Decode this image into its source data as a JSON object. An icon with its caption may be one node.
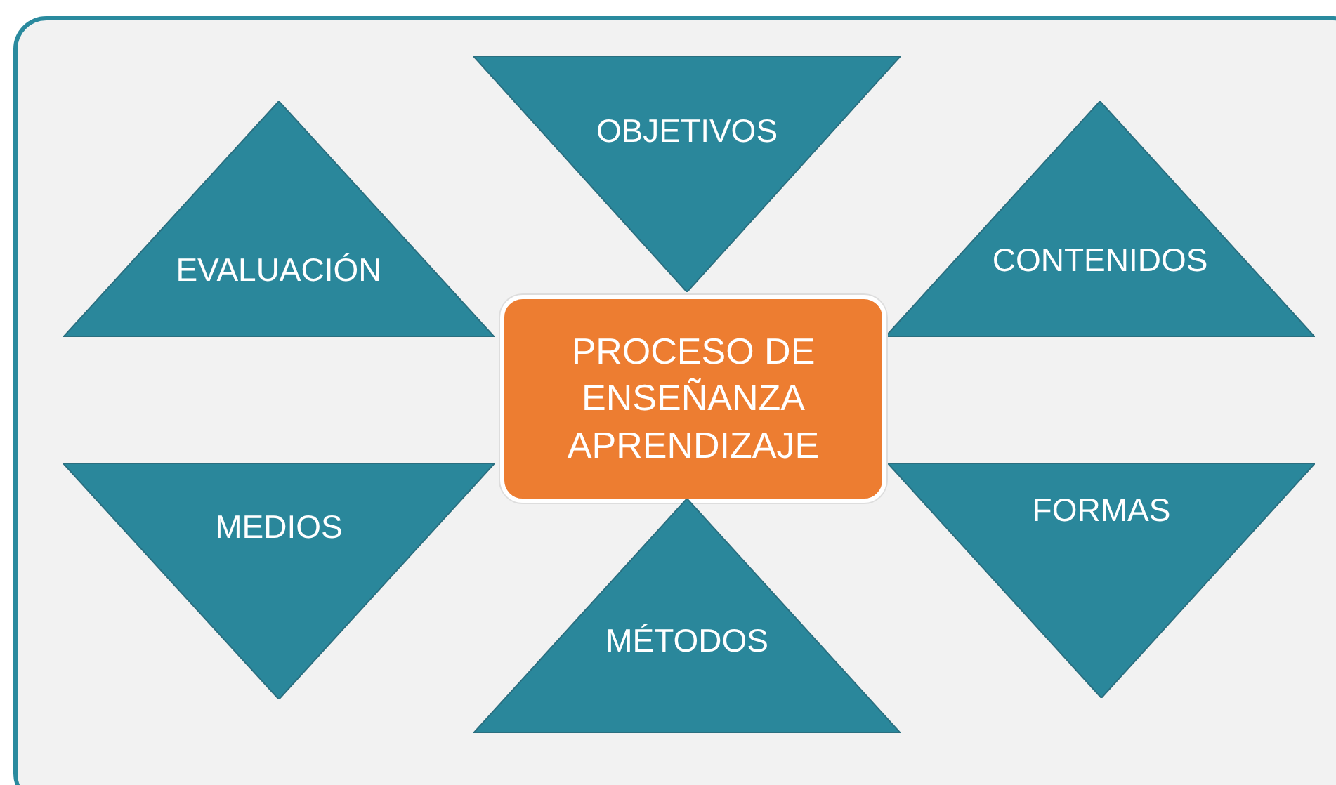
{
  "diagram": {
    "nodes": [
      {
        "text": [
          "OBJETIVOS"
        ]
      },
      {
        "text": [
          "EVALUACIÓN"
        ]
      },
      {
        "text": [
          "CONTENIDOS"
        ]
      },
      {
        "text": [
          "PROCESO DE ENSEÑANZA APRENDIZAJE"
        ]
      },
      {
        "text": [
          "MEDIOS"
        ]
      },
      {
        "text": [
          "FORMAS"
        ]
      },
      {
        "text": [
          "MÉTODOS"
        ]
      }
    ]
  }
}
